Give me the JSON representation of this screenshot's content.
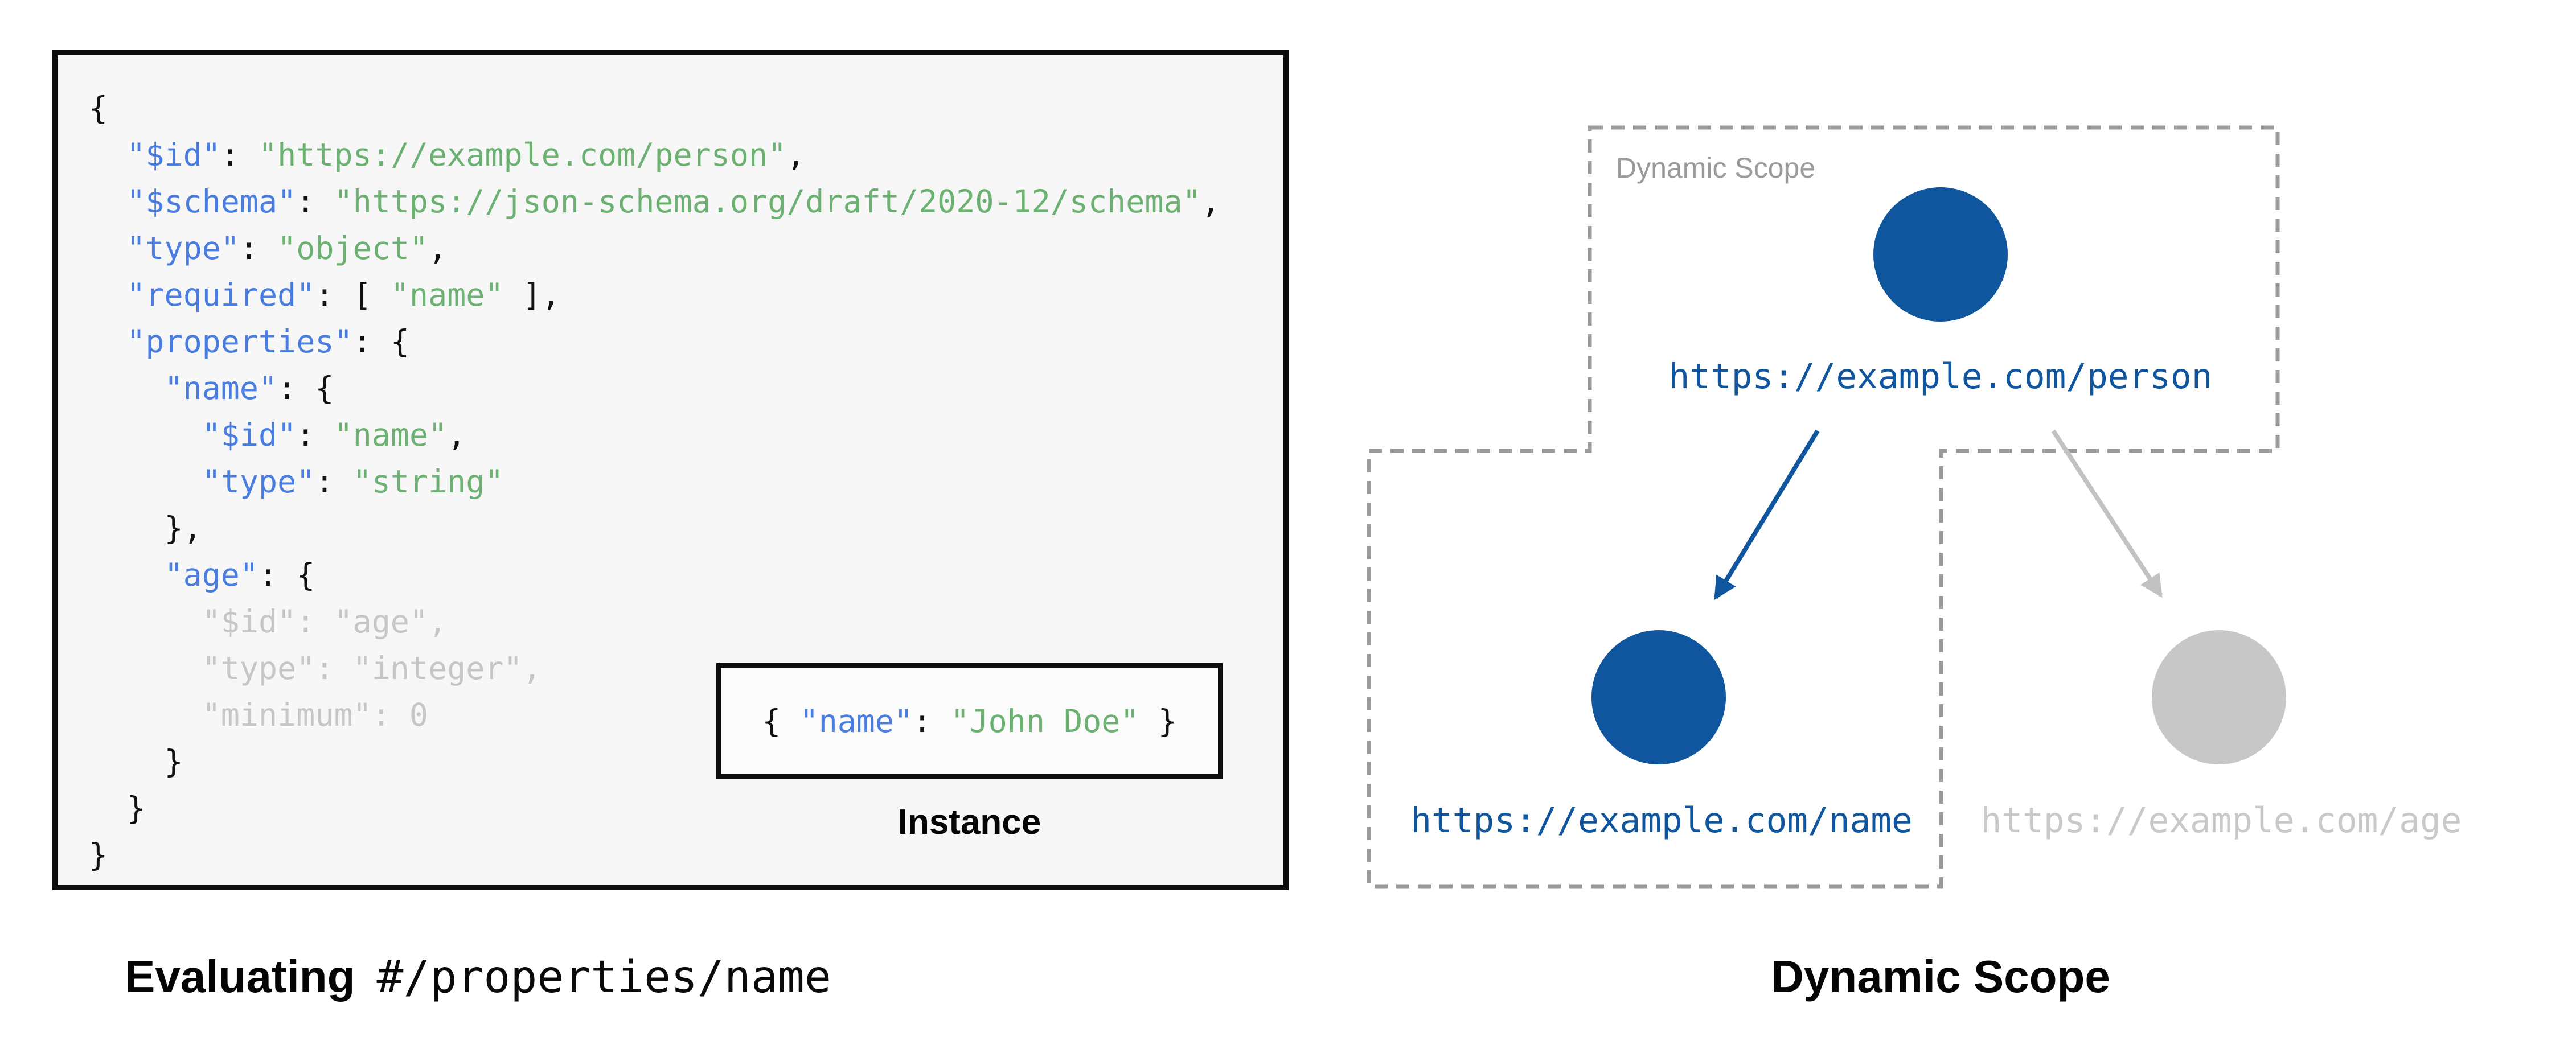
{
  "left_panel": {
    "code_lines": [
      [
        [
          "p",
          "{"
        ]
      ],
      [
        [
          "p",
          "  "
        ],
        [
          "k",
          "\"$id\""
        ],
        [
          "p",
          ": "
        ],
        [
          "s",
          "\"https://example.com/person\""
        ],
        [
          "p",
          ","
        ]
      ],
      [
        [
          "p",
          "  "
        ],
        [
          "k",
          "\"$schema\""
        ],
        [
          "p",
          ": "
        ],
        [
          "s",
          "\"https://json-schema.org/draft/2020-12/schema\""
        ],
        [
          "p",
          ","
        ]
      ],
      [
        [
          "p",
          "  "
        ],
        [
          "k",
          "\"type\""
        ],
        [
          "p",
          ": "
        ],
        [
          "s",
          "\"object\""
        ],
        [
          "p",
          ","
        ]
      ],
      [
        [
          "p",
          "  "
        ],
        [
          "k",
          "\"required\""
        ],
        [
          "p",
          ": [ "
        ],
        [
          "s",
          "\"name\""
        ],
        [
          "p",
          " ],"
        ]
      ],
      [
        [
          "p",
          "  "
        ],
        [
          "k",
          "\"properties\""
        ],
        [
          "p",
          ": {"
        ]
      ],
      [
        [
          "p",
          "    "
        ],
        [
          "k",
          "\"name\""
        ],
        [
          "p",
          ": {"
        ]
      ],
      [
        [
          "p",
          "      "
        ],
        [
          "k",
          "\"$id\""
        ],
        [
          "p",
          ": "
        ],
        [
          "s",
          "\"name\""
        ],
        [
          "p",
          ","
        ]
      ],
      [
        [
          "p",
          "      "
        ],
        [
          "k",
          "\"type\""
        ],
        [
          "p",
          ": "
        ],
        [
          "s",
          "\"string\""
        ]
      ],
      [
        [
          "p",
          "    },"
        ]
      ],
      [
        [
          "p",
          "    "
        ],
        [
          "k",
          "\"age\""
        ],
        [
          "p",
          ": {"
        ]
      ],
      [
        [
          "m",
          "      \"$id\": \"age\","
        ]
      ],
      [
        [
          "m",
          "      \"type\": \"integer\","
        ]
      ],
      [
        [
          "m",
          "      \"minimum\": 0"
        ]
      ],
      [
        [
          "p",
          "    }"
        ]
      ],
      [
        [
          "p",
          "  }"
        ]
      ],
      [
        [
          "p",
          "}"
        ]
      ]
    ],
    "instance": {
      "label": "Instance",
      "tokens": [
        [
          "p",
          "{ "
        ],
        [
          "k",
          "\"name\""
        ],
        [
          "p",
          ": "
        ],
        [
          "s",
          "\"John Doe\""
        ],
        [
          "p",
          " }"
        ]
      ]
    },
    "caption": {
      "bold": "Evaluating",
      "mono": "#/properties/name"
    }
  },
  "diagram": {
    "scope_label": "Dynamic Scope",
    "caption": "Dynamic Scope",
    "nodes": [
      {
        "id": "person",
        "url": "https://example.com/person",
        "state": "in-scope"
      },
      {
        "id": "name",
        "url": "https://example.com/name",
        "state": "in-scope"
      },
      {
        "id": "age",
        "url": "https://example.com/age",
        "state": "out-of-scope"
      }
    ]
  },
  "colors": {
    "key_blue": "#4a7de2",
    "string_green": "#6cb172",
    "muted_gray": "#c6c6c6",
    "node_blue": "#0f569e",
    "node_gray": "#c7c7c8",
    "url_gray": "#c9c9c9",
    "arrow_gray": "#c2c2c2",
    "dash_gray": "#9a9a9a",
    "panel_bg": "#f7f7f7"
  }
}
